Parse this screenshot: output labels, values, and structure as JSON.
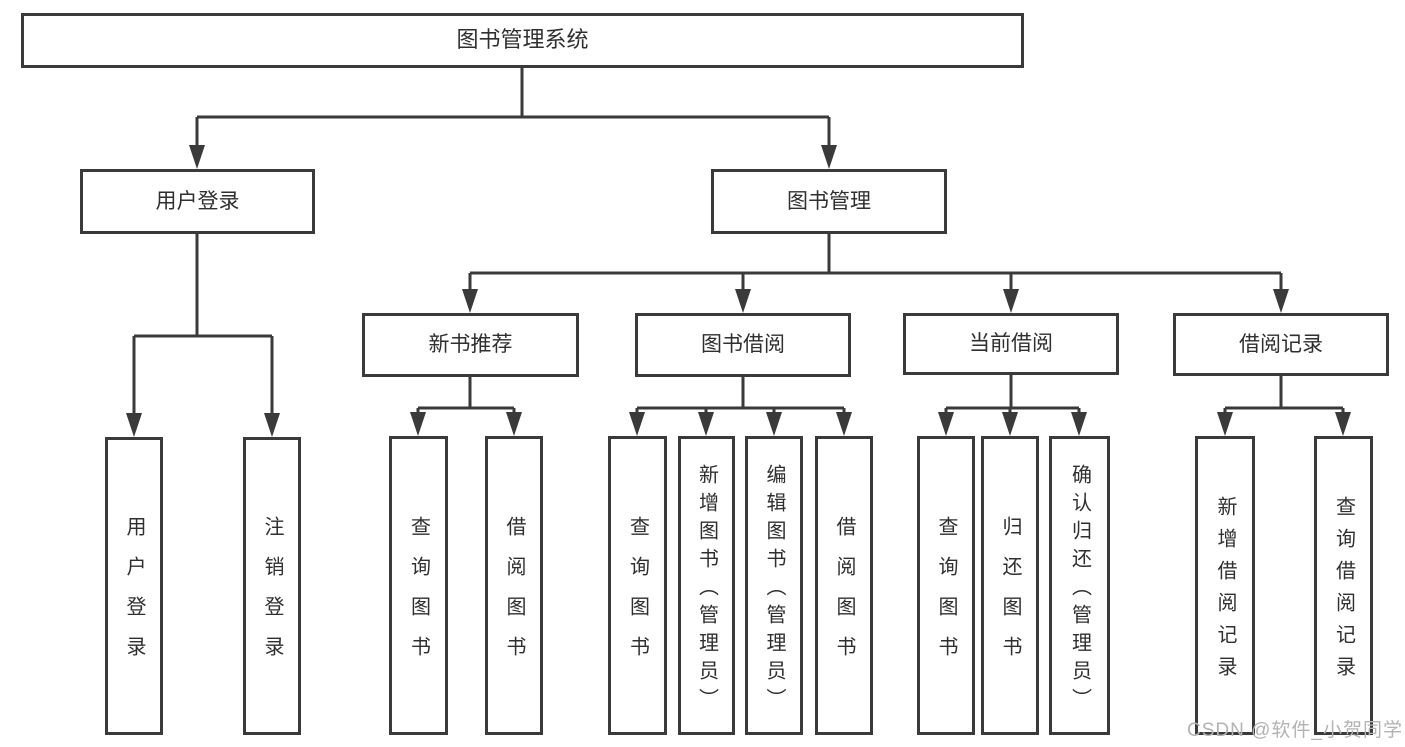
{
  "tree": {
    "root": {
      "label": "图书管理系统",
      "children": [
        {
          "label": "用户登录",
          "children": [
            {
              "label": "用户登录"
            },
            {
              "label": "注销登录"
            }
          ]
        },
        {
          "label": "图书管理",
          "children": [
            {
              "label": "新书推荐",
              "children": [
                {
                  "label": "查询图书"
                },
                {
                  "label": "借阅图书"
                }
              ]
            },
            {
              "label": "图书借阅",
              "children": [
                {
                  "label": "查询图书"
                },
                {
                  "label": "新增图书（管理员）"
                },
                {
                  "label": "编辑图书（管理员）"
                },
                {
                  "label": "借阅图书"
                }
              ]
            },
            {
              "label": "当前借阅",
              "children": [
                {
                  "label": "查询图书"
                },
                {
                  "label": "归还图书"
                },
                {
                  "label": "确认归还（管理员）"
                }
              ]
            },
            {
              "label": "借阅记录",
              "children": [
                {
                  "label": "新增借阅记录"
                },
                {
                  "label": "查询借阅记录"
                }
              ]
            }
          ]
        }
      ]
    }
  },
  "watermark": {
    "text": "CSDN @软件_小贺同学"
  },
  "colors": {
    "line": "#3a3a3a",
    "text": "#2f2f2f",
    "watermark": "#b3b3b3",
    "background": "#ffffff"
  }
}
